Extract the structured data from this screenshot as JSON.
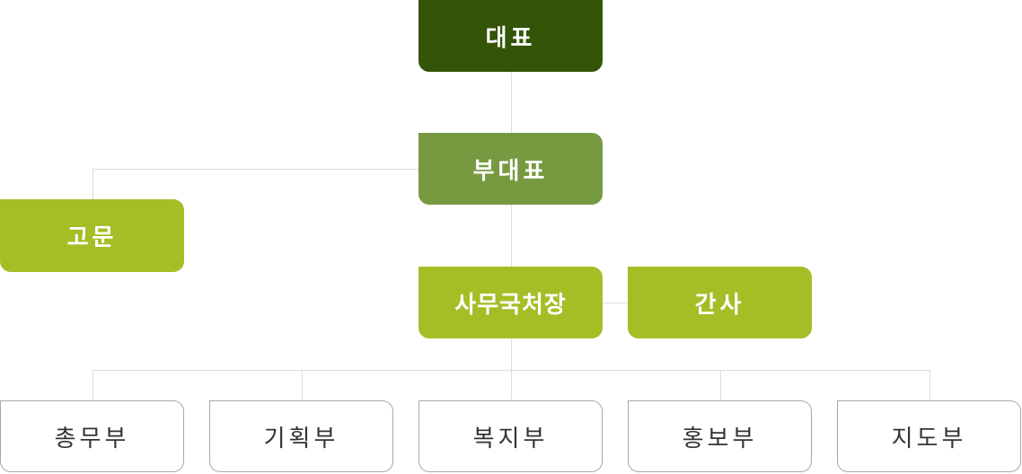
{
  "org": {
    "ceo": "대표",
    "vice": "부대표",
    "advisor": "고문",
    "secretary_general": "사무국처장",
    "auditor": "간사",
    "departments": [
      "총무부",
      "기획부",
      "복지부",
      "홍보부",
      "지도부"
    ]
  },
  "colors": {
    "ceo": "#345407",
    "vice": "#779a40",
    "accent": "#a7bd26",
    "connector": "#dcdcdc",
    "dept_border": "#a8a8a8",
    "dept_text": "#333333"
  }
}
